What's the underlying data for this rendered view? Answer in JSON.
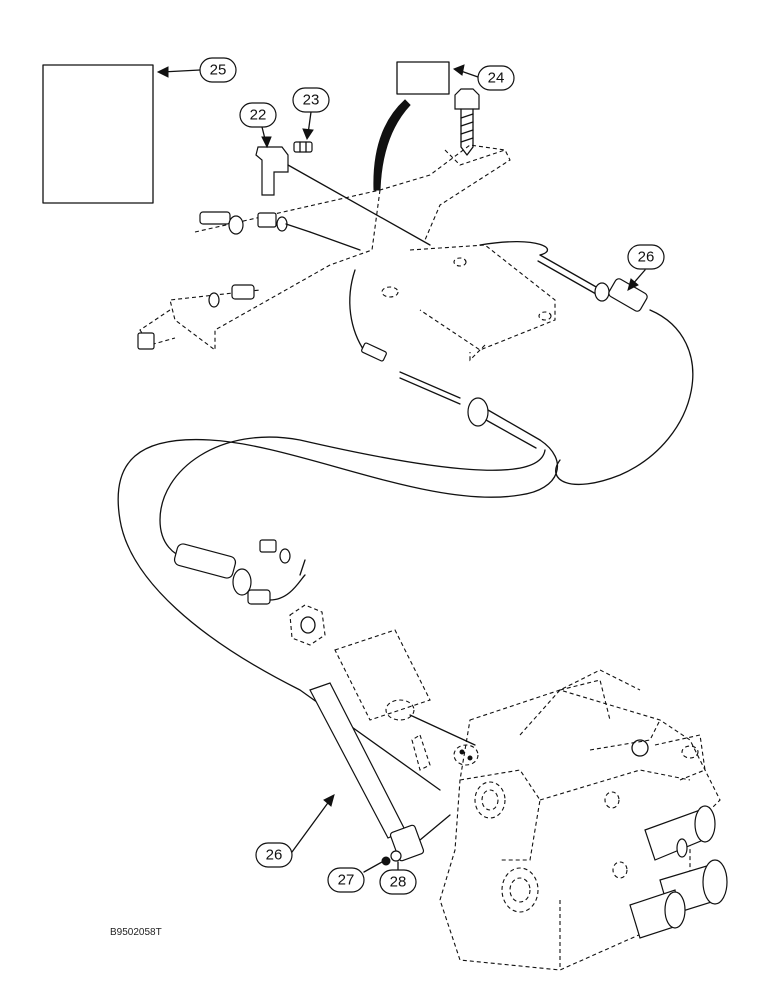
{
  "callouts": {
    "c22": "22",
    "c23": "23",
    "c24": "24",
    "c25": "25",
    "c26a": "26",
    "c26b": "26",
    "c27": "27",
    "c28": "28"
  },
  "reference_code": "B9502058T"
}
